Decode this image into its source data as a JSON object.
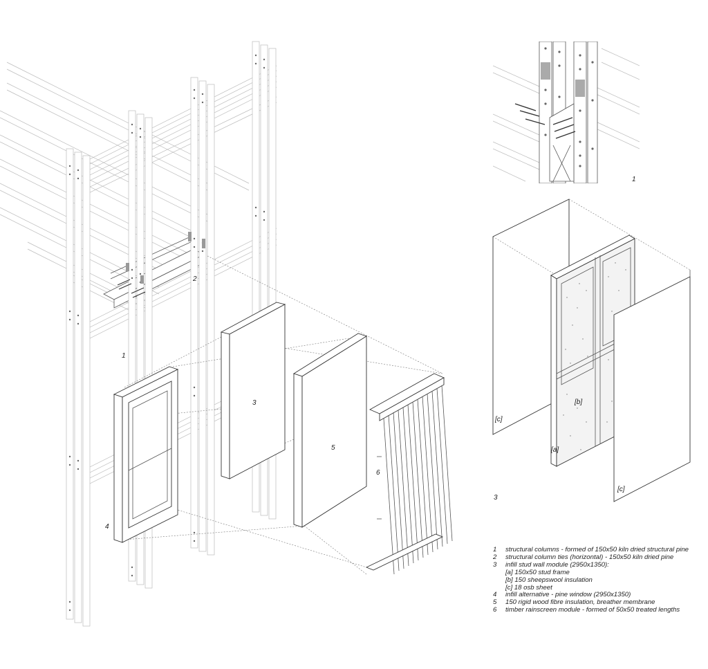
{
  "callouts": {
    "main_1": "1",
    "main_2": "2",
    "main_3": "3",
    "main_4": "4",
    "main_5": "5",
    "main_6": "6",
    "detail_1": "1",
    "detail_3": "3",
    "tag_a": "[a]",
    "tag_b": "[b]",
    "tag_c_left": "[c]",
    "tag_c_right": "[c]"
  },
  "legend": [
    {
      "num": "1",
      "text": "structural columns - formed of 150x50 kiln dried structural pine",
      "sub": []
    },
    {
      "num": "2",
      "text": "structural column ties (horizontal) - 150x50 kiln dried pine",
      "sub": []
    },
    {
      "num": "3",
      "text": "infill stud wall module (2950x1350):",
      "sub": [
        "[a] 150x50 stud frame",
        "[b] 150 sheepswool insulation",
        "[c] 18 osb sheet"
      ]
    },
    {
      "num": "4",
      "text": "infill alternative - pine window (2950x1350)",
      "sub": []
    },
    {
      "num": "5",
      "text": "150 rigid wood fibre insulation, breather membrane",
      "sub": []
    },
    {
      "num": "6",
      "text": "timber rainscreen module - formed of 50x50 treated lengths",
      "sub": []
    }
  ]
}
